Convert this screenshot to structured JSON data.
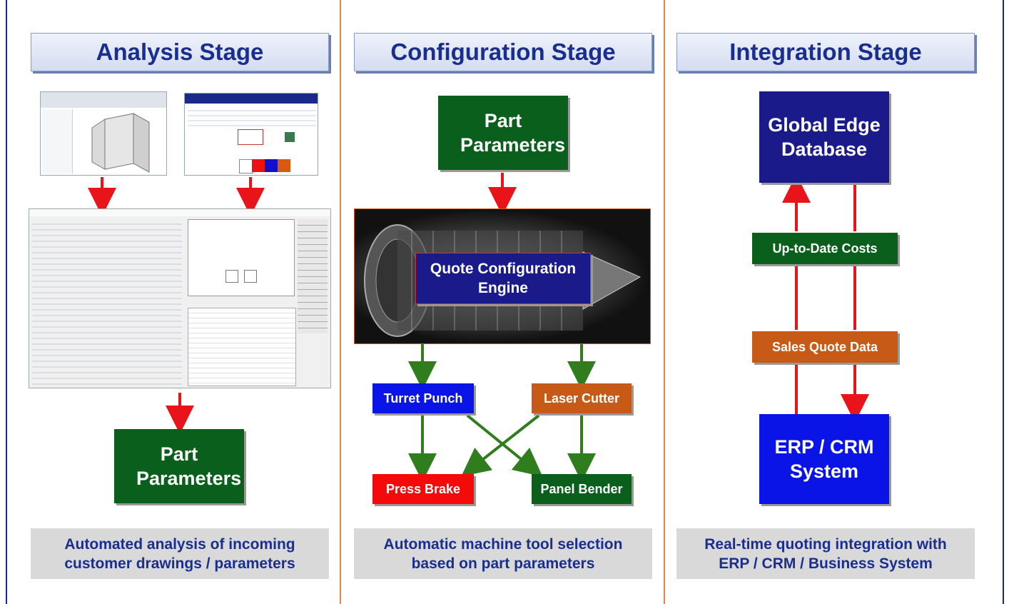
{
  "stages": {
    "analysis": {
      "title": "Analysis Stage",
      "output": "Part Parameters",
      "caption_line1": "Automated analysis of incoming",
      "caption_line2": "customer drawings / parameters"
    },
    "configuration": {
      "title": "Configuration Stage",
      "input": "Part Parameters",
      "engine_line1": "Quote Configuration",
      "engine_line2": "Engine",
      "machines": {
        "turret_punch": "Turret Punch",
        "laser_cutter": "Laser Cutter",
        "press_brake": "Press Brake",
        "panel_bender": "Panel Bender"
      },
      "caption_line1": "Automatic machine tool selection",
      "caption_line2": "based on part parameters"
    },
    "integration": {
      "title": "Integration Stage",
      "database_line1": "Global Edge",
      "database_line2": "Database",
      "costs": "Up-to-Date Costs",
      "sales": "Sales Quote Data",
      "erp_line1": "ERP / CRM",
      "erp_line2": "System",
      "caption_line1": "Real-time quoting integration with",
      "caption_line2": "ERP / CRM / Business System"
    }
  },
  "colors": {
    "title_text": "#1a2e8f",
    "green": "#0b5f1c",
    "navy": "#1a1a8a",
    "blue": "#0a14e6",
    "red": "#f50a0a",
    "orange": "#c65a16",
    "arrow_red": "#e8141a",
    "arrow_green": "#2f7d1c"
  }
}
